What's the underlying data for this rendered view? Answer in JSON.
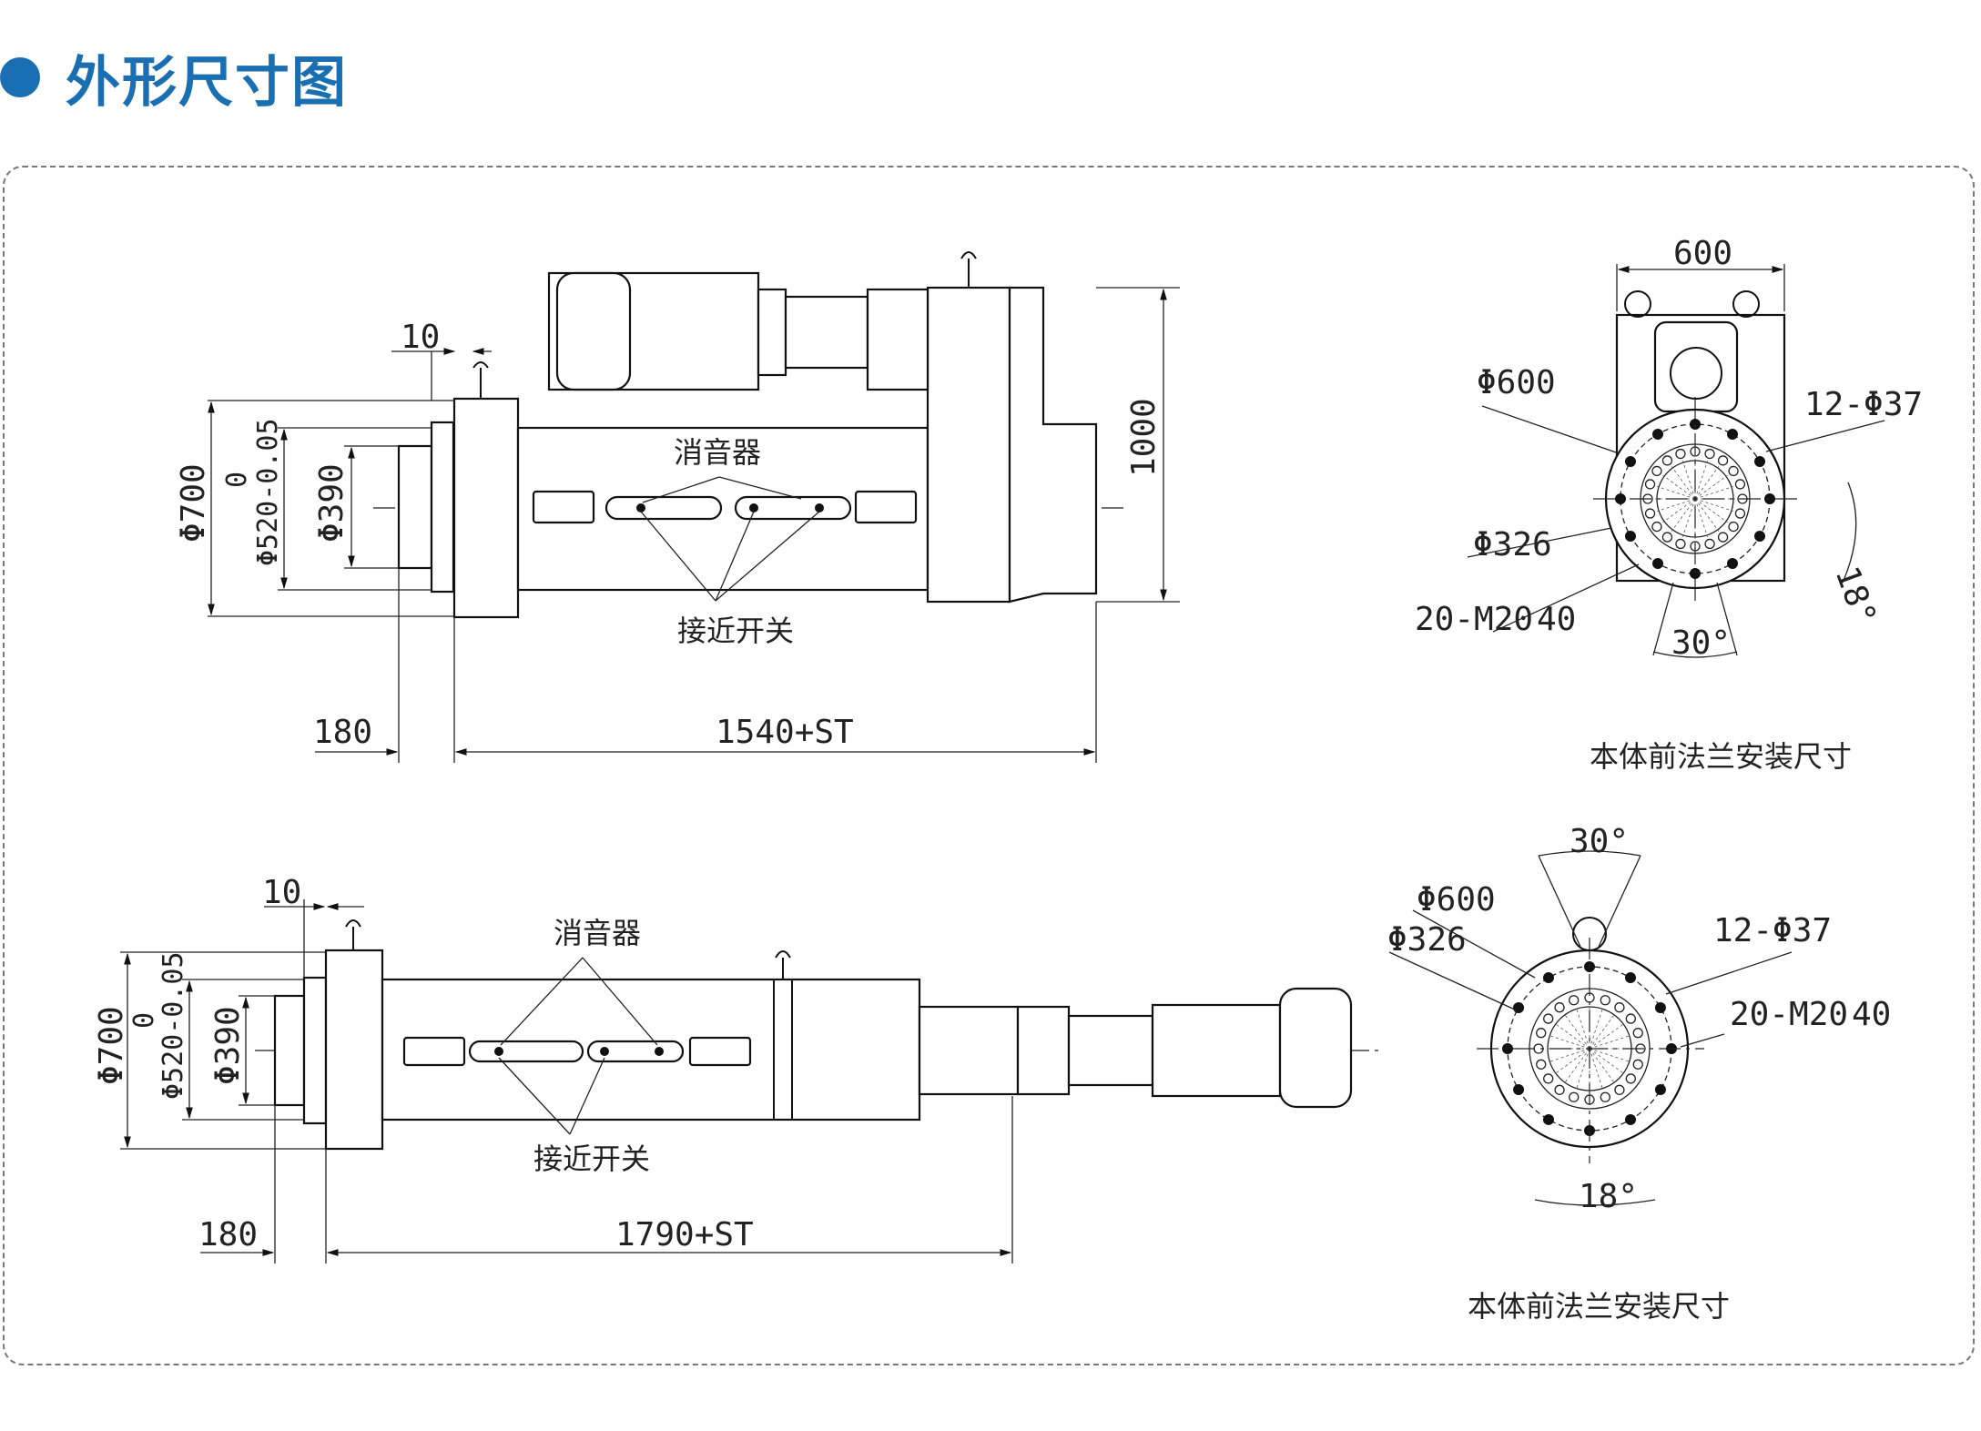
{
  "header": {
    "title": "外形尺寸图"
  },
  "colors": {
    "accent": "#1a6fb3",
    "line": "#111111"
  },
  "top_view": {
    "dim_10": "10",
    "dim_700": "Φ700",
    "dim_520_upper": "0",
    "dim_520": "Φ520-0.05",
    "dim_390": "Φ390",
    "dim_1000": "1000",
    "dim_180": "180",
    "dim_1540": "1540+ST",
    "muffler": "消音器",
    "prox_switch": "接近开关"
  },
  "top_flange": {
    "dim_600_top": "600",
    "d600": "Φ600",
    "holes": "12-Φ37",
    "d326": "Φ326",
    "threads": "20-M20",
    "thread_depth": "40",
    "angle30": "30°",
    "angle18": "18°",
    "caption": "本体前法兰安装尺寸"
  },
  "bottom_view": {
    "dim_10": "10",
    "dim_700": "Φ700",
    "dim_520_upper": "0",
    "dim_520": "Φ520-0.05",
    "dim_390": "Φ390",
    "dim_180": "180",
    "dim_1790": "1790+ST",
    "muffler": "消音器",
    "prox_switch": "接近开关"
  },
  "bottom_flange": {
    "angle30": "30°",
    "d600": "Φ600",
    "d326": "Φ326",
    "holes": "12-Φ37",
    "threads": "20-M20",
    "thread_depth": "40",
    "angle18": "18°",
    "caption": "本体前法兰安装尺寸"
  }
}
